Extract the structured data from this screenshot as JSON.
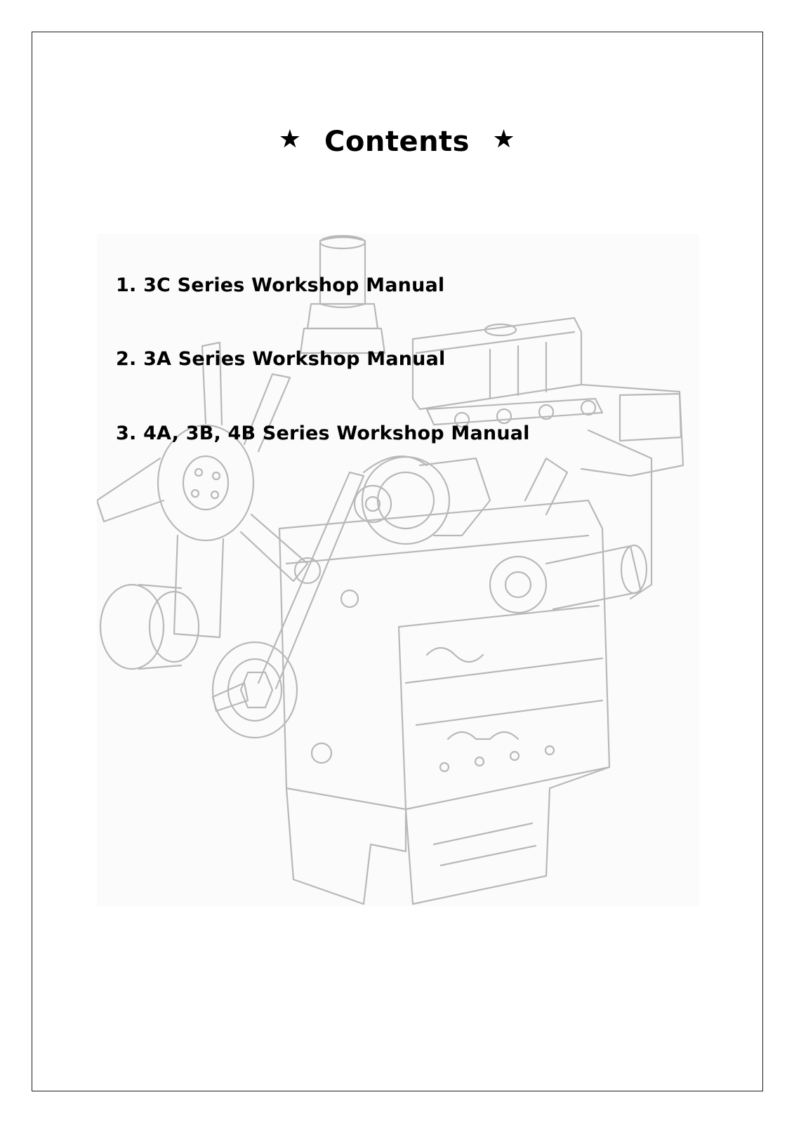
{
  "title": {
    "text": "Contents",
    "star_left": "★",
    "star_right": "★"
  },
  "toc": {
    "items": [
      {
        "number": "1.",
        "label": "3C Series Workshop Manual"
      },
      {
        "number": "2.",
        "label": "3A Series Workshop Manual"
      },
      {
        "number": "3.",
        "label": "4A, 3B, 4B Series Workshop Manual"
      }
    ]
  },
  "illustration": {
    "subject": "engine-line-drawing",
    "line_color": "#b8b8b8",
    "background_color": "#fbfbfb"
  }
}
